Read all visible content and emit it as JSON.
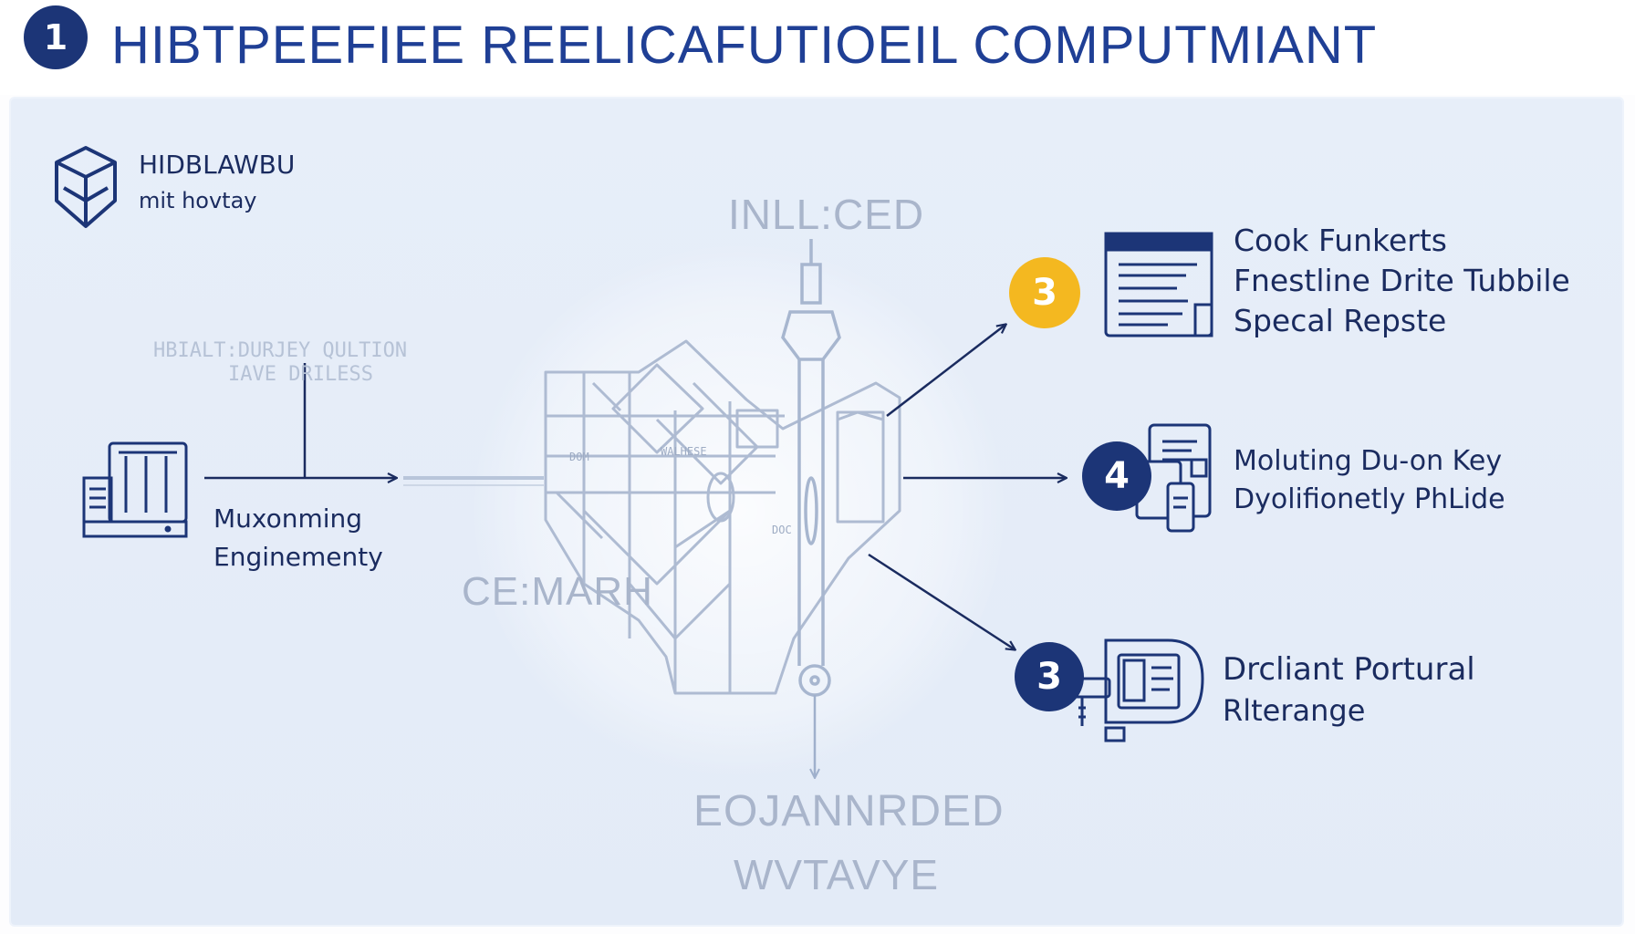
{
  "header": {
    "step": "1",
    "title": "HIBTPEEFIEE REELICAFUTIOEIL COMPUTMIANT"
  },
  "colors": {
    "navy": "#1c3577",
    "gold": "#f4b820",
    "panel": "#e6edf8"
  },
  "icons": {
    "top_left": "shield-box-icon",
    "left": "server-rack-icon",
    "right_top": "document-list-icon",
    "right_mid": "mobile-docs-icon",
    "right_bottom": "plug-card-icon"
  },
  "top_left_label": {
    "line1": "HIDBLAWBU",
    "line2": "mit hovtay"
  },
  "center": {
    "top_label": "INLL:CED",
    "faint_note_line1": "HBIALT:DURJEY QULTION",
    "faint_note_line2": "IAVE DRILESS",
    "side_label": "CE:MARH",
    "bottom_label_line1": "EOJANNRDED",
    "bottom_label_line2": "WVTAVYE",
    "tiny_label1": "DOM",
    "tiny_label2": "WALHESE",
    "tiny_label3": "DOC"
  },
  "left_node": {
    "line1": "Muxonming",
    "line2": "Enginementy"
  },
  "right_nodes": [
    {
      "step": "3",
      "color": "#f4b820",
      "lines": [
        "Cook Funkerts",
        "Fnestline Drite Tubbile",
        "Specal Repste"
      ]
    },
    {
      "step": "4",
      "color": "#1c3577",
      "lines": [
        "Moluting Du-on Key",
        "Dyolifionetly PhLide"
      ]
    },
    {
      "step": "3",
      "color": "#1c3577",
      "lines": [
        "Drcliant Portural",
        "Rlterange"
      ]
    }
  ]
}
